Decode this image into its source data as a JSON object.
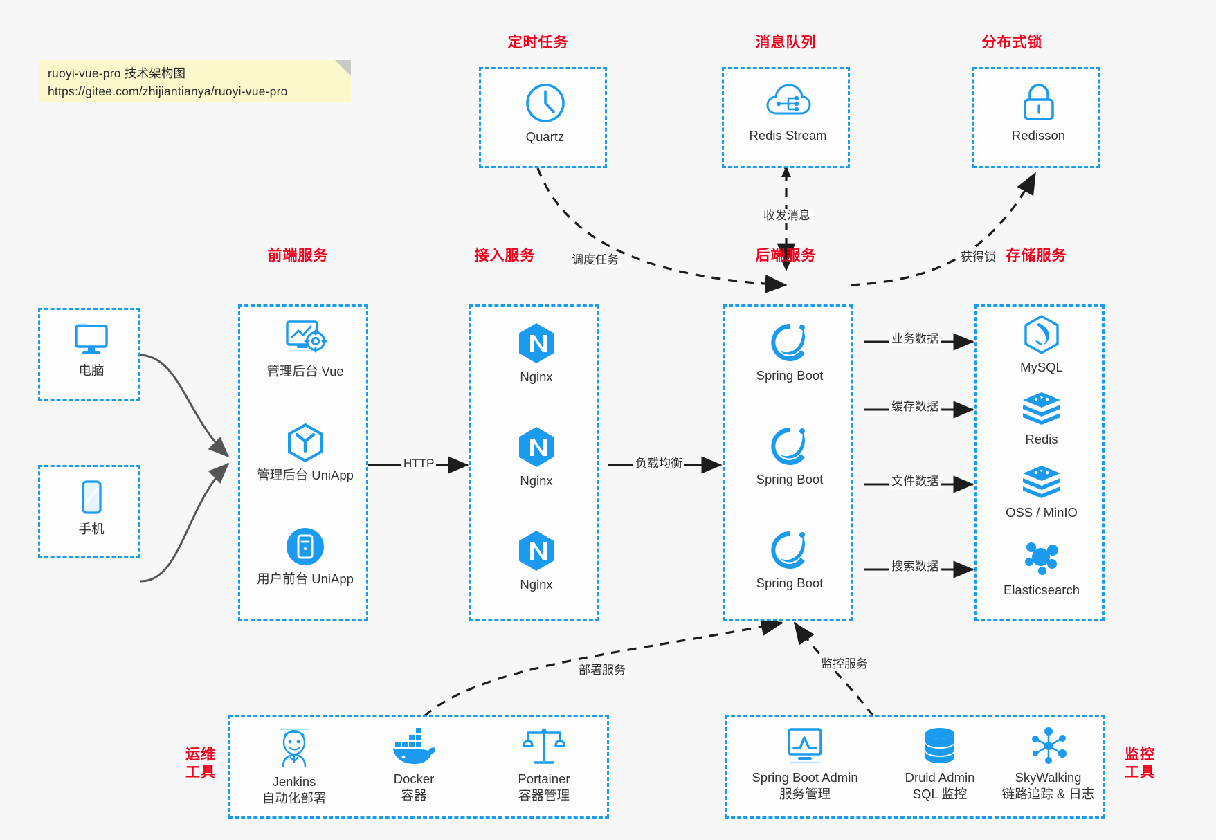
{
  "note": {
    "line1": "ruoyi-vue-pro 技术架构图",
    "line2": "https://gitee.com/zhijiantianya/ruoyi-vue-pro"
  },
  "colors": {
    "accent_blue": "#1a9bf0",
    "title_red": "#f2001e",
    "note_bg": "#fbf8cc",
    "page_bg": "#f7f7f7",
    "arrow_gray": "#555555",
    "arrow_black": "#1d1d1d"
  },
  "groups": {
    "scheduled_task": "定时任务",
    "message_queue": "消息队列",
    "distributed_lock": "分布式锁",
    "frontend_service": "前端服务",
    "access_service": "接入服务",
    "backend_service": "后端服务",
    "storage_service": "存储服务",
    "ops_tools_line1": "运维",
    "ops_tools_line2": "工具",
    "monitor_tools_line1": "监控",
    "monitor_tools_line2": "工具"
  },
  "clients": [
    {
      "id": "pc",
      "label": "电脑",
      "icon": "desktop-monitor-icon"
    },
    {
      "id": "phone",
      "label": "手机",
      "icon": "mobile-phone-icon"
    }
  ],
  "scheduled_task": {
    "label": "Quartz",
    "icon": "clock-icon"
  },
  "message_queue": {
    "label": "Redis Stream",
    "icon": "cloud-stream-icon"
  },
  "distributed_lock": {
    "label": "Redisson",
    "icon": "padlock-icon"
  },
  "frontend_nodes": [
    {
      "label": "管理后台 Vue",
      "icon": "dashboard-gear-icon"
    },
    {
      "label": "管理后台 UniApp",
      "icon": "uniapp-cube-icon"
    },
    {
      "label": "用户前台 UniApp",
      "icon": "app-circle-icon"
    }
  ],
  "access_nodes": [
    {
      "label": "Nginx",
      "icon": "nginx-icon"
    },
    {
      "label": "Nginx",
      "icon": "nginx-icon"
    },
    {
      "label": "Nginx",
      "icon": "nginx-icon"
    }
  ],
  "backend_nodes": [
    {
      "label": "Spring Boot",
      "icon": "spring-boot-icon"
    },
    {
      "label": "Spring Boot",
      "icon": "spring-boot-icon"
    },
    {
      "label": "Spring Boot",
      "icon": "spring-boot-icon"
    }
  ],
  "storage_nodes": [
    {
      "label": "MySQL",
      "icon": "mysql-dolphin-icon"
    },
    {
      "label": "Redis",
      "icon": "redis-stack-icon"
    },
    {
      "label": "OSS / MinIO",
      "icon": "redis-stack-icon"
    },
    {
      "label": "Elasticsearch",
      "icon": "elasticsearch-icon"
    }
  ],
  "ops_tools": [
    {
      "name": "Jenkins",
      "desc": "自动化部署",
      "icon": "jenkins-butler-icon"
    },
    {
      "name": "Docker",
      "desc": "容器",
      "icon": "docker-whale-icon"
    },
    {
      "name": "Portainer",
      "desc": "容器管理",
      "icon": "scales-balance-icon"
    }
  ],
  "monitor_tools": [
    {
      "name": "Spring Boot Admin",
      "desc": "服务管理",
      "icon": "monitor-chart-icon"
    },
    {
      "name": "Druid Admin",
      "desc": "SQL 监控",
      "icon": "database-cylinder-icon"
    },
    {
      "name": "SkyWalking",
      "desc": "链路追踪 & 日志",
      "icon": "skywalking-node-icon"
    }
  ],
  "edge_labels": {
    "http": "HTTP",
    "load_balance": "负载均衡",
    "schedule_task": "调度任务",
    "send_receive_message": "收发消息",
    "acquire_lock": "获得锁",
    "business_data": "业务数据",
    "cache_data": "缓存数据",
    "file_data": "文件数据",
    "search_data": "搜索数据",
    "deploy_service": "部署服务",
    "monitor_service": "监控服务"
  }
}
